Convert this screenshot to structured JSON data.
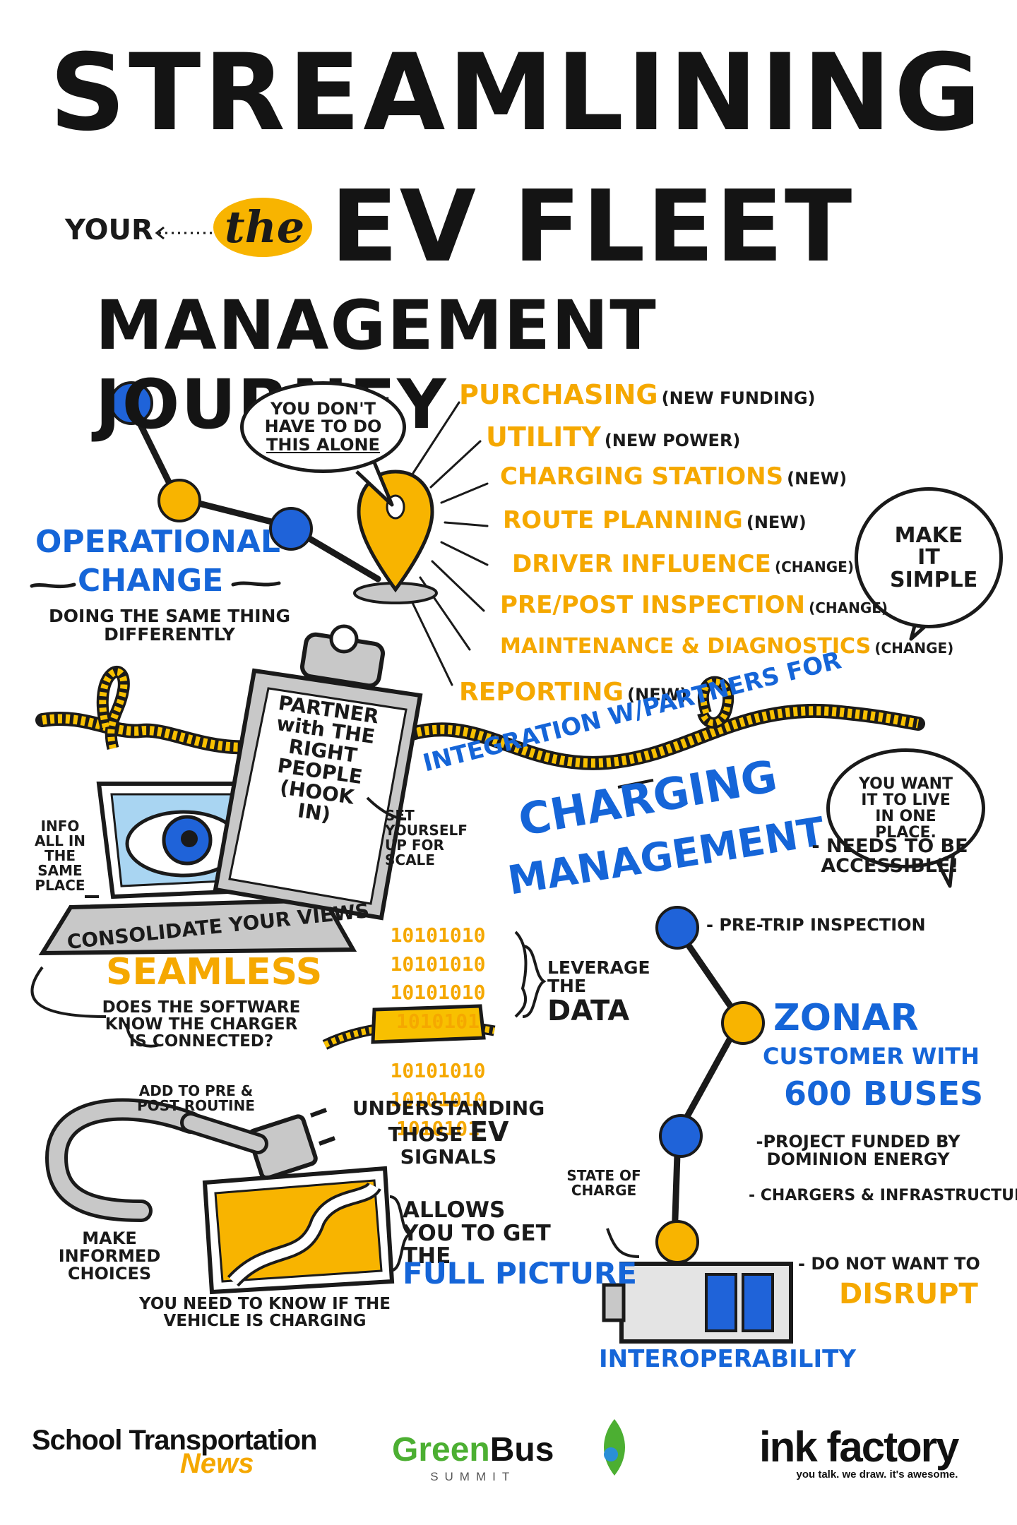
{
  "title": {
    "line1": "STREAMLINING",
    "your": "YOUR",
    "the": "the",
    "line2": "EV FLEET",
    "line3": "MANAGEMENT JOURNEY"
  },
  "bubbles": {
    "alone_1": "YOU DON'T",
    "alone_2": "HAVE TO DO",
    "alone_3": "THIS ALONE",
    "simple": "MAKE IT SIMPLE",
    "one_place": "YOU WANT IT TO LIVE IN ONE PLACE."
  },
  "operational": {
    "title1": "OPERATIONAL",
    "title2": "CHANGE",
    "sub": "DOING THE SAME THING DIFFERENTLY"
  },
  "list": [
    {
      "label": "PURCHASING",
      "note": "(NEW FUNDING)"
    },
    {
      "label": "UTILITY",
      "note": "(NEW POWER)"
    },
    {
      "label": "CHARGING STATIONS",
      "note": "(NEW)"
    },
    {
      "label": "ROUTE PLANNING",
      "note": "(NEW)"
    },
    {
      "label": "DRIVER INFLUENCE",
      "note": "(CHANGE)"
    },
    {
      "label": "PRE/POST INSPECTION",
      "note": "(CHANGE)"
    },
    {
      "label": "MAINTENANCE & DIAGNOSTICS",
      "note": "(CHANGE)"
    },
    {
      "label": "REPORTING",
      "note": "(NEW)"
    }
  ],
  "clipboard": "PARTNER with THE RIGHT PEOPLE (HOOK IN)",
  "set_yourself": "SET YOURSELF UP FOR SCALE",
  "info_place": "INFO ALL IN THE SAME PLACE",
  "integration": "INTEGRATION W/PARTNERS FOR",
  "charging": "CHARGING",
  "management": "MANAGEMENT",
  "accessible": "- NEEDS TO BE ACCESSIBLE!",
  "consolidate": "CONSOLIDATE YOUR VIEWS",
  "seamless": "SEAMLESS",
  "software_q": "DOES THE SOFTWARE KNOW THE CHARGER IS CONNECTED?",
  "add_routine": "ADD TO PRE & POST ROUTINE",
  "binary_rows": [
    "10101010",
    "10101010",
    "10101010",
    "1010101",
    "10101010",
    "10101010",
    "1010101"
  ],
  "leverage": "LEVERAGE THE",
  "data_word": "DATA",
  "understanding": "UNDERSTANDING THOSE",
  "ev_word": "EV",
  "signals": "SIGNALS",
  "pretrip": "- PRE-TRIP INSPECTION",
  "zonar": "ZONAR",
  "customer": "CUSTOMER WITH",
  "buses": "600 BUSES",
  "funded": "-PROJECT FUNDED BY DOMINION ENERGY",
  "chargers": "- CHARGERS & INFRASTRUCTURE",
  "state_charge": "STATE OF CHARGE",
  "disrupt1": "- DO NOT WANT TO",
  "disrupt2": "DISRUPT",
  "interoperability": "INTEROPERABILITY",
  "informed": "MAKE INFORMED CHOICES",
  "allows": "ALLOWS YOU TO GET THE",
  "full_picture": "FULL PICTURE",
  "need_know": "YOU NEED TO KNOW IF THE VEHICLE IS CHARGING",
  "logos": {
    "stn1": "School Transportation",
    "stn2": "News",
    "gb_green": "Green",
    "gb_bus": "Bus",
    "gb_summit": "SUMMIT",
    "ink": "ink factory",
    "ink_tag": "you talk. we draw. it's awesome."
  },
  "colors": {
    "orange": "#f5a800",
    "blue": "#1565d8",
    "ink": "#1a1a1a",
    "green": "#4caf32"
  }
}
